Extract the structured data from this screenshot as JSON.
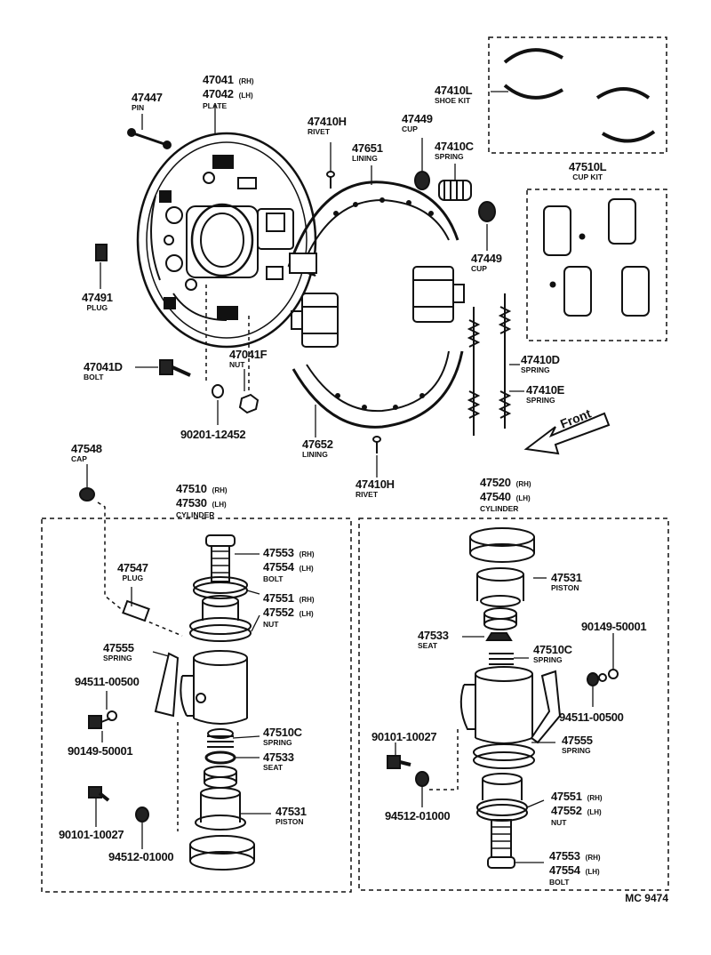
{
  "diagram_code": "MC 9474",
  "front_label": "Front",
  "labels": {
    "plate": {
      "pn1": "47041",
      "side1": "(RH)",
      "pn2": "47042",
      "side2": "(LH)",
      "name": "PLATE"
    },
    "pin": {
      "pn": "47447",
      "name": "PIN"
    },
    "plug_top": {
      "pn": "47491",
      "name": "PLUG"
    },
    "bolt_top": {
      "pn": "47041D",
      "name": "BOLT"
    },
    "nut_top": {
      "pn": "47041F",
      "name": "NUT"
    },
    "washer_top": {
      "pn": "90201-12452"
    },
    "rivet_top": {
      "pn": "47410H",
      "name": "RIVET"
    },
    "lining_top": {
      "pn": "47651",
      "name": "LINING"
    },
    "cup_top": {
      "pn": "47449",
      "name": "CUP"
    },
    "spring_top": {
      "pn": "47410C",
      "name": "SPRING"
    },
    "cup_mid": {
      "pn": "47449",
      "name": "CUP"
    },
    "shoe_kit": {
      "pn": "47410L",
      "name": "SHOE KIT"
    },
    "cup_kit": {
      "pn": "47510L",
      "name": "CUP KIT"
    },
    "spring_d": {
      "pn": "47410D",
      "name": "SPRING"
    },
    "spring_e": {
      "pn": "47410E",
      "name": "SPRING"
    },
    "lining_bottom": {
      "pn": "47652",
      "name": "LINING"
    },
    "rivet_bottom": {
      "pn": "47410H",
      "name": "RIVET"
    },
    "cap": {
      "pn": "47548",
      "name": "CAP"
    },
    "cyl_left": {
      "pn1": "47510",
      "side1": "(RH)",
      "pn2": "47530",
      "side2": "(LH)",
      "name": "CYLINDER"
    },
    "cyl_right": {
      "pn1": "47520",
      "side1": "(RH)",
      "pn2": "47540",
      "side2": "(LH)",
      "name": "CYLINDER"
    },
    "l_bolt": {
      "pn1": "47553",
      "side1": "(RH)",
      "pn2": "47554",
      "side2": "(LH)",
      "name": "BOLT"
    },
    "l_nut": {
      "pn1": "47551",
      "side1": "(RH)",
      "pn2": "47552",
      "side2": "(LH)",
      "name": "NUT"
    },
    "l_plug": {
      "pn": "47547",
      "name": "PLUG"
    },
    "l_spring": {
      "pn": "47555",
      "name": "SPRING"
    },
    "l_94511": {
      "pn": "94511-00500"
    },
    "l_90149": {
      "pn": "90149-50001"
    },
    "l_spring_c": {
      "pn": "47510C",
      "name": "SPRING"
    },
    "l_seat": {
      "pn": "47533",
      "name": "SEAT"
    },
    "l_piston": {
      "pn": "47531",
      "name": "PISTON"
    },
    "l_90101": {
      "pn": "90101-10027"
    },
    "l_94512": {
      "pn": "94512-01000"
    },
    "r_piston": {
      "pn": "47531",
      "name": "PISTON"
    },
    "r_seat": {
      "pn": "47533",
      "name": "SEAT"
    },
    "r_spring_c": {
      "pn": "47510C",
      "name": "SPRING"
    },
    "r_90149": {
      "pn": "90149-50001"
    },
    "r_94511": {
      "pn": "94511-00500"
    },
    "r_90101": {
      "pn": "90101-10027"
    },
    "r_spring": {
      "pn": "47555",
      "name": "SPRING"
    },
    "r_94512": {
      "pn": "94512-01000"
    },
    "r_nut": {
      "pn1": "47551",
      "side1": "(RH)",
      "pn2": "47552",
      "side2": "(LH)",
      "name": "NUT"
    },
    "r_bolt": {
      "pn1": "47553",
      "side1": "(RH)",
      "pn2": "47554",
      "side2": "(LH)",
      "name": "BOLT"
    }
  }
}
